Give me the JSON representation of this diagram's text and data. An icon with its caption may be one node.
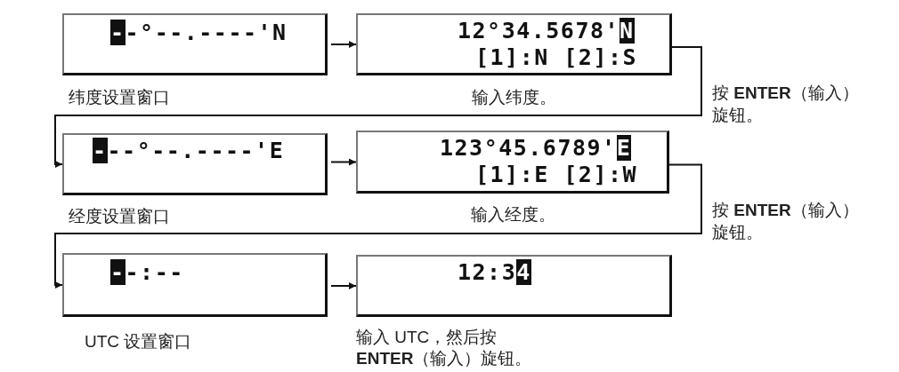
{
  "diagram": {
    "nodes": [
      {
        "text": [
          "--°--.----'N"
        ],
        "beside": [
          "纬度设置窗口"
        ]
      },
      {
        "text": [
          "12°34.5678'N",
          "[1]:N [2]:S"
        ],
        "beside": [
          "输入纬度。"
        ]
      },
      {
        "text": [
          "---°--.----'E"
        ],
        "beside": [
          "经度设置窗口"
        ]
      },
      {
        "text": [
          "123°45.6789'E",
          "[1]:E [2]:W"
        ],
        "beside": [
          "输入经度。"
        ]
      },
      {
        "text": [
          "--:--"
        ],
        "beside": [
          "UTC 设置窗口"
        ]
      },
      {
        "text": [
          "12:34"
        ],
        "beside": [
          "输入 UTC，然后按 **ENTER**（输入）旋钮。"
        ]
      }
    ],
    "edges": [
      {
        "from": 0,
        "to": 1,
        "arrow": "to"
      },
      {
        "from": 1,
        "to": 2,
        "arrow": "to",
        "label": "按 **ENTER**（输入）旋钮。"
      },
      {
        "from": 2,
        "to": 3,
        "arrow": "to"
      },
      {
        "from": 3,
        "to": 4,
        "arrow": "to",
        "label": "按 **ENTER**（输入）旋钮。"
      },
      {
        "from": 4,
        "to": 5,
        "arrow": "to"
      }
    ]
  }
}
